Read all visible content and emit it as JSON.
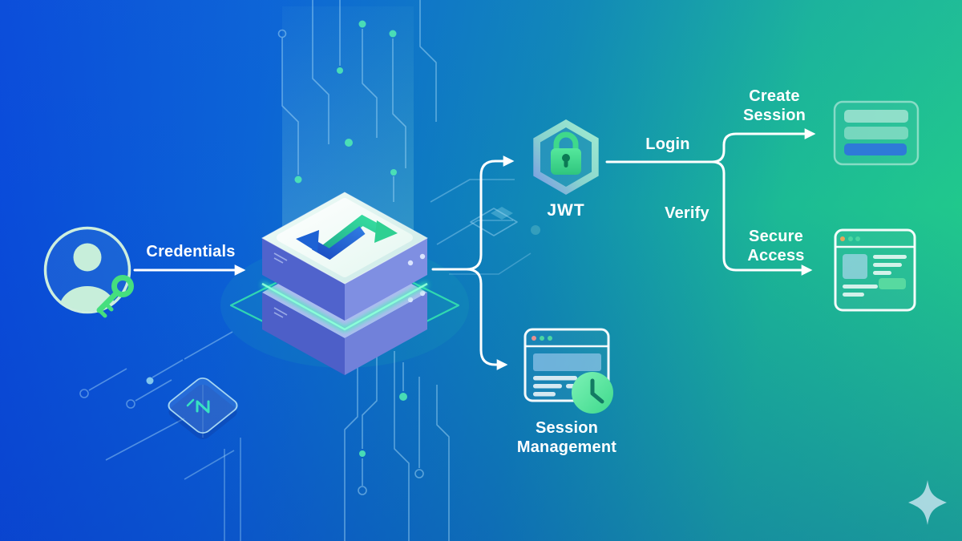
{
  "labels": {
    "credentials": "Credentials",
    "jwt": "JWT",
    "login": "Login",
    "verify": "Verify",
    "create_session": "Create Session",
    "secure_access": "Secure Access",
    "session_management": "Session Management"
  },
  "icons": {
    "user_avatar": "user-avatar-icon (person silhouette in circle)",
    "key": "key-icon (green key)",
    "server_stack": "server-stack-icon (isometric two-layer server with glowing seam)",
    "server_logo": "server-logo-icon (interlocked blue/green chevrons)",
    "jwt_hexagon": "jwt-hexagon-icon (beveled hexagon badge)",
    "lock": "lock-icon (green padlock)",
    "create_session_card": "create-session-card-icon (form card with two fields and button)",
    "secure_access_window": "secure-access-window-icon (browser window with content)",
    "session_window": "session-window-icon (browser window)",
    "clock": "clock-icon (green clock)",
    "chip": "chip-icon (isometric chip tile)",
    "sparkle": "sparkle-icon (four point star)",
    "circuit_traces": "circuit-traces (decorative PCB lines and nodes)"
  },
  "colors": {
    "bg_blue_deep": "#0a3fd4",
    "bg_blue": "#0b63d6",
    "bg_teal": "#148fae",
    "bg_green": "#22cc8a",
    "accent_glow_green": "#3df0b2",
    "lock_green": "#3fd98b",
    "key_green": "#45df7e",
    "form_button_blue": "#2e7ad8",
    "window_button_green": "#57d9a0",
    "window_dot_orange": "#e8a55a",
    "window_dot_salmon": "#e89090",
    "window_dot_green": "#4ad6a2",
    "trace_blue": "#a8dcf8",
    "arrow_white": "#ffffff"
  }
}
